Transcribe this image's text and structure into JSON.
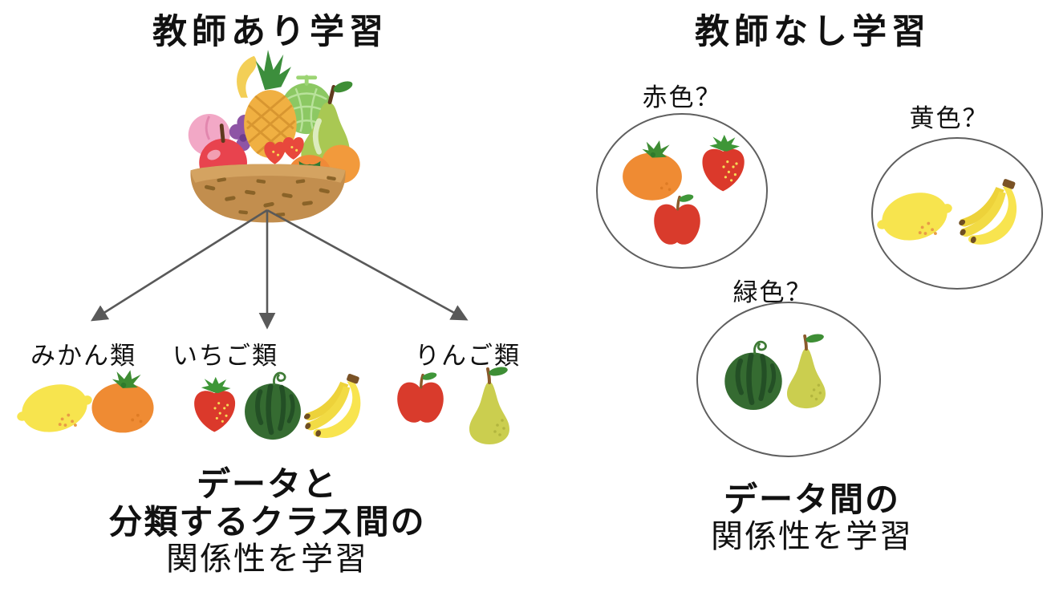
{
  "page": {
    "background": "#ffffff",
    "description_domain": "diagram"
  },
  "supervised": {
    "title": "教師あり学習",
    "basket": {
      "icon": "fruit-basket-icon",
      "fruits": [
        "banana",
        "pineapple",
        "melon",
        "pear",
        "peach",
        "grapes",
        "apple",
        "strawberry",
        "kiwi",
        "persimmon",
        "orange"
      ]
    },
    "arrows": {
      "count": 3,
      "color": "#595959"
    },
    "groups": [
      {
        "label": "みかん類",
        "fruits": [
          "lemon-icon",
          "mandarin-orange-icon"
        ]
      },
      {
        "label": "いちご類",
        "fruits": [
          "strawberry-icon",
          "watermelon-icon",
          "banana-icon"
        ]
      },
      {
        "label": "りんご類",
        "fruits": [
          "apple-icon",
          "pear-icon"
        ]
      }
    ],
    "caption_lines": [
      {
        "text": "データと",
        "bold": true
      },
      {
        "text": "分類するクラス間の",
        "bold": true
      },
      {
        "text": "関係性を学習",
        "bold": false
      }
    ]
  },
  "unsupervised": {
    "title": "教師なし学習",
    "clusters": [
      {
        "label": "赤色？",
        "fruits": [
          "mandarin-orange-icon",
          "strawberry-icon",
          "apple-icon"
        ]
      },
      {
        "label": "黄色？",
        "fruits": [
          "lemon-icon",
          "banana-icon"
        ]
      },
      {
        "label": "緑色？",
        "fruits": [
          "watermelon-icon",
          "pear-icon"
        ]
      }
    ],
    "caption_lines": [
      {
        "text": "データ間の",
        "bold": true
      },
      {
        "text": "関係性を学習",
        "bold": false
      }
    ]
  },
  "colors": {
    "text": "#111111",
    "arrow": "#595959",
    "cluster_circle_stroke": "#5f5f5f",
    "lemon": "#F7E44E",
    "mandarin_orange": "#EF8B33",
    "strawberry": "#DB392B",
    "watermelon": "#356B31",
    "watermelon_stripe": "#234F25",
    "banana": "#F8E44F",
    "apple": "#D93B2C",
    "pear": "#CBCE4F",
    "leaf_green": "#3E9637",
    "stem_brown": "#8A5A2B",
    "basket_brown": "#C28E4E"
  }
}
